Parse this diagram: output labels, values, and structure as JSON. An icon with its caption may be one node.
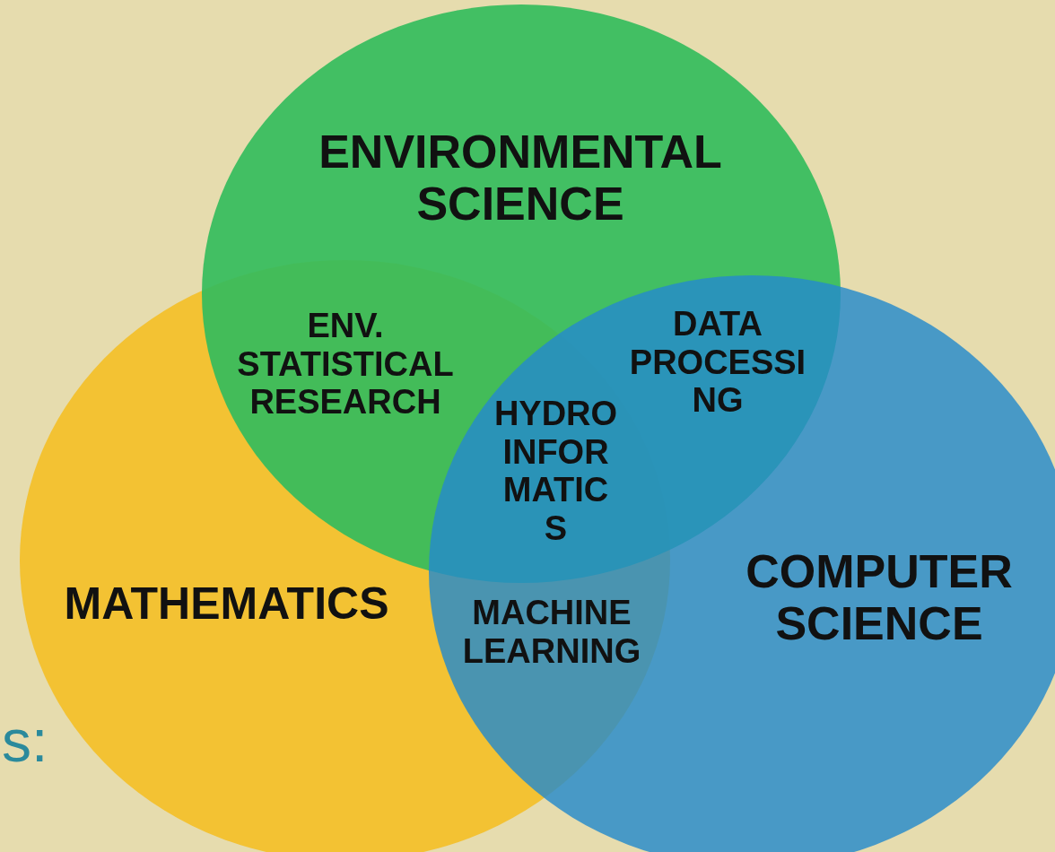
{
  "diagram": {
    "nodes": [
      {
        "text": [
          "ENVIRONMENTAL SCIENCE"
        ]
      },
      {
        "text": [
          "MATHEMATICS"
        ]
      },
      {
        "text": [
          "COMPUTER SCIENCE"
        ]
      }
    ],
    "labels": [
      "ENV. STATISTICAL RESEARCH",
      "DATA PROCESSI NG",
      "HYDRO INFOR MATIC S",
      "MACHINE LEARNING",
      "s:"
    ]
  }
}
